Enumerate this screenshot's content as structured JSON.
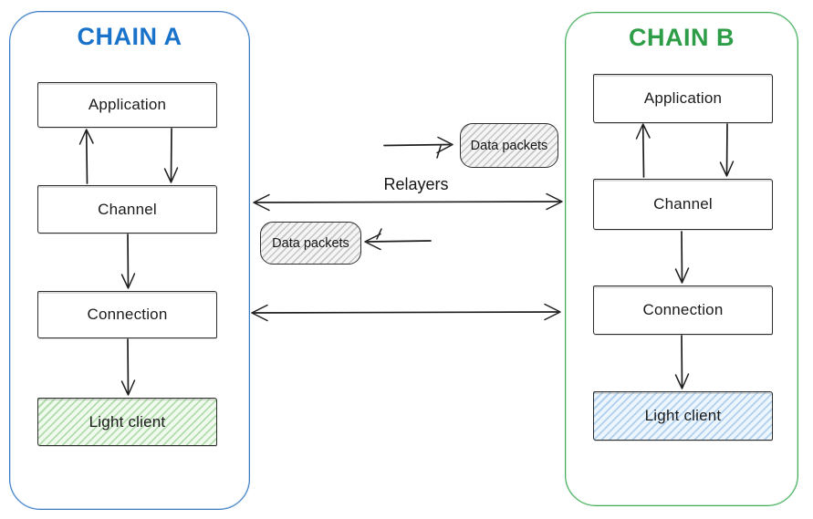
{
  "chain_a": {
    "title": "CHAIN A",
    "nodes": {
      "application": "Application",
      "channel": "Channel",
      "connection": "Connection",
      "light_client": "Light client"
    }
  },
  "chain_b": {
    "title": "CHAIN B",
    "nodes": {
      "application": "Application",
      "channel": "Channel",
      "connection": "Connection",
      "light_client": "Light client"
    }
  },
  "middle": {
    "relayers_label": "Relayers",
    "data_packets_top": "Data packets",
    "data_packets_bottom": "Data packets"
  },
  "colors": {
    "chain_a_border": "#3a7cc4",
    "chain_a_title": "#1a73ca",
    "chain_b_border": "#3fae58",
    "chain_b_title": "#2d9e47",
    "light_client_a_fill": "#f1faee",
    "light_client_a_hatch": "#7cc476",
    "light_client_b_fill": "#eef6fd",
    "light_client_b_hatch": "#7db0e2",
    "data_packet_fill": "#f5f5f5",
    "data_packet_hatch": "#8a8a8a",
    "box_border": "#2d2d2d",
    "arrow_stroke": "#1f1f1f"
  },
  "edges": [
    {
      "from": "chain_a.channel",
      "to": "chain_a.application",
      "direction": "up"
    },
    {
      "from": "chain_a.application",
      "to": "chain_a.channel",
      "direction": "down"
    },
    {
      "from": "chain_a.channel",
      "to": "chain_a.connection",
      "direction": "down"
    },
    {
      "from": "chain_a.connection",
      "to": "chain_a.light_client",
      "direction": "down"
    },
    {
      "from": "chain_b.channel",
      "to": "chain_b.application",
      "direction": "up"
    },
    {
      "from": "chain_b.application",
      "to": "chain_b.channel",
      "direction": "down"
    },
    {
      "from": "chain_b.channel",
      "to": "chain_b.connection",
      "direction": "down"
    },
    {
      "from": "chain_b.connection",
      "to": "chain_b.light_client",
      "direction": "down"
    },
    {
      "from": "chain_a.channel",
      "to": "chain_b.channel",
      "direction": "both",
      "label": "Relayers"
    },
    {
      "from": "chain_a.connection",
      "to": "chain_b.connection",
      "direction": "both"
    },
    {
      "to": "data_packets_top",
      "direction": "right"
    },
    {
      "to": "data_packets_bottom",
      "direction": "left"
    }
  ]
}
